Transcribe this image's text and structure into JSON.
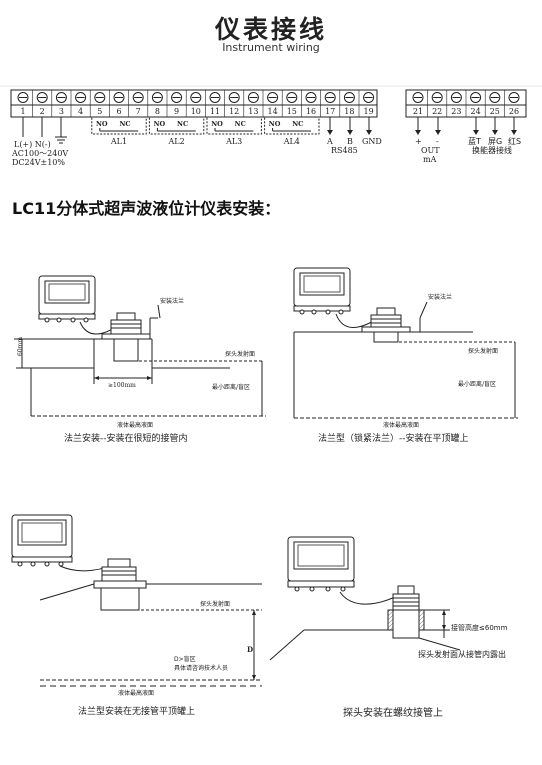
{
  "header": {
    "title": "仪表接线",
    "subtitle": "Instrument wiring"
  },
  "wiring": {
    "left_terminals": [
      "1",
      "2",
      "3",
      "4",
      "5",
      "6",
      "7",
      "8",
      "9",
      "10",
      "11",
      "12",
      "13",
      "14",
      "15",
      "16",
      "17",
      "18",
      "19"
    ],
    "right_terminals": [
      "21",
      "22",
      "23",
      "24",
      "25",
      "26"
    ],
    "relays": [
      {
        "no": "NO",
        "nc": "NC",
        "name": "AL1"
      },
      {
        "no": "NO",
        "nc": "NC",
        "name": "AL2"
      },
      {
        "no": "NO",
        "nc": "NC",
        "name": "AL3"
      },
      {
        "no": "NO",
        "nc": "NC",
        "name": "AL4"
      }
    ],
    "power_labels": "L(+) N(-)",
    "power_ac": "AC100～240V",
    "power_dc": "DC24V±10%",
    "ground_symbol": "⏚",
    "rs485_a": "A",
    "rs485_b": "B",
    "rs485_label": "RS485",
    "gnd": "GND",
    "out_plus": "+",
    "out_minus": "-",
    "out_label": "OUT",
    "out_unit": "mA",
    "wire_colors": [
      "蓝T",
      "屏G",
      "红S"
    ],
    "transducer_label": "换能器接线"
  },
  "section_title": "LC11分体式超声波液位计仪表安装：",
  "diagrams": [
    {
      "flange": "安装法兰",
      "face": "探头发射面",
      "height": "60mm",
      "width": "≥100mm",
      "blind": "最小距离/盲区",
      "level": "液体最高液面",
      "caption": "法兰安装--安装在很短的接管内"
    },
    {
      "flange": "安装法兰",
      "face": "探头发射面",
      "blind": "最小距离/盲区",
      "level": "液体最高液面",
      "caption": "法兰型（锁紧法兰）--安装在平顶罐上"
    },
    {
      "face": "探头发射面",
      "d_label": "D",
      "note1": "D>盲区",
      "note2": "具体请咨询技术人员",
      "level": "液体最高液面",
      "caption": "法兰型安装在无接管平顶罐上"
    },
    {
      "height": "接管高度≤60mm",
      "face": "探头发射面从接管内露出",
      "caption": "探头安装在螺纹接管上"
    }
  ]
}
